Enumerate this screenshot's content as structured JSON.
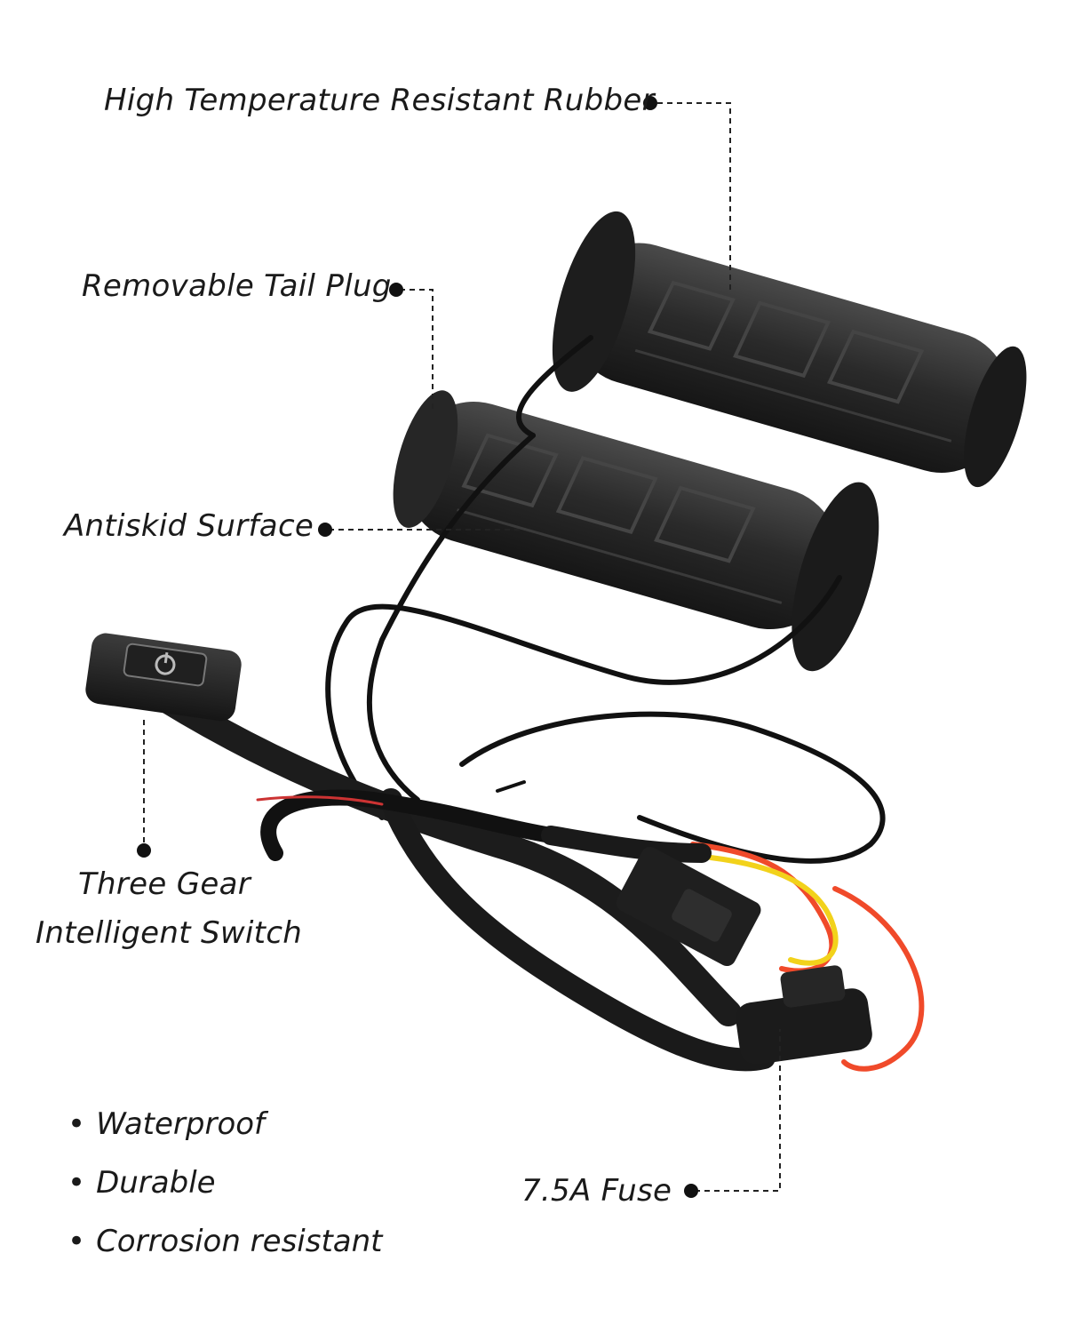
{
  "callouts": {
    "rubber": "High Temperature Resistant Rubber",
    "tail_plug": "Removable Tail Plug",
    "antiskid": "Antiskid Surface",
    "switch_line1": "Three Gear",
    "switch_line2": "Intelligent Switch",
    "fuse": "7.5A Fuse"
  },
  "features": [
    {
      "bullet": "•",
      "label": "Waterproof"
    },
    {
      "bullet": "•",
      "label": "Durable"
    },
    {
      "bullet": "•",
      "label": "Corrosion resistant"
    }
  ],
  "colors": {
    "grip": "#2b2b2b",
    "cable": "#111111",
    "wire_red": "#f04a2a",
    "wire_yellow": "#f2d21b",
    "leader": "#222222"
  }
}
